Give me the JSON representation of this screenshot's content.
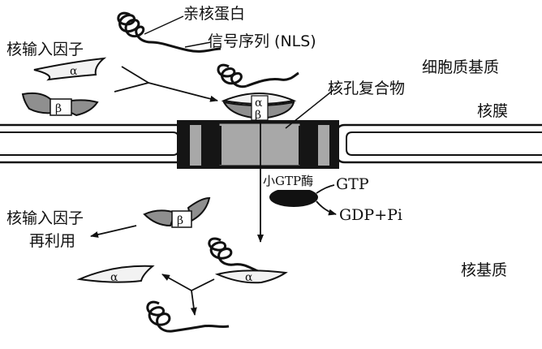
{
  "labels": {
    "nuclear_protein": "亲核蛋白",
    "nls": "信号序列 (NLS)",
    "importin_top": "核输入因子",
    "cytoplasm": "细胞质基质",
    "pore_complex": "核孔复合物",
    "nuclear_envelope": "核膜",
    "small_gtpase": "小GTP酶",
    "gtp": "GTP",
    "gdp_pi": "GDP+Pi",
    "importin_recycle_line1": "核输入因子",
    "importin_recycle_line2": "再利用",
    "nucleoplasm": "核基质"
  },
  "symbols": {
    "alpha": "α",
    "beta": "β"
  },
  "colors": {
    "ink": "#111111",
    "beta_fill": "#8f8f8f",
    "alpha_fill": "#f2f2f2",
    "pore_gray": "#a8a8a8",
    "pore_black": "#151515"
  }
}
